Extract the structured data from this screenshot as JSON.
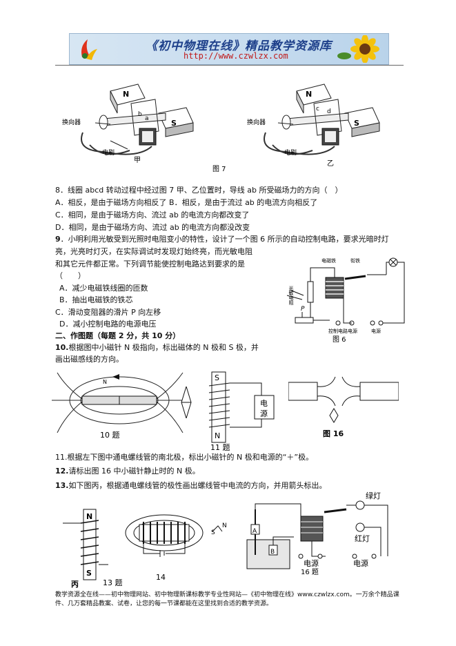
{
  "header": {
    "title": "《初中物理在线》精品教学资源库",
    "url": "http://www.czwlzx.com"
  },
  "fig7": {
    "label_commutator": "换向器",
    "label_brush": "电刷",
    "label_N": "N",
    "label_S": "S",
    "label_a": "a",
    "label_b": "b",
    "label_c": "c",
    "label_d": "d",
    "caption_jia": "甲",
    "caption_yi": "乙",
    "caption": "图 7"
  },
  "q8": {
    "stem": "8．线圈 abcd 转动过程中经过图 7 甲、乙位置时，导线 ab 所受磁场力的方向（　）",
    "options": [
      "A．相反，是由于磁场方向相反了 B．相反，是由于流过 ab 的电流方向相反了",
      "C．相同，是由于磁场方向、流过 ab 的电流方向都改变了",
      "D．相同，是由于磁场方向、流过 ab 的电流方向都没改变"
    ]
  },
  "q9": {
    "number": "9",
    "lines": [
      "．小明利用光敏受到光照时电阻变小的特性，设计了一个图 6 所示的自动控制电路，要求光暗时灯",
      "亮，光亮时灯灭，在实际调试时发现灯始终亮，而光敏电阻",
      "和其它元件都正常。下列调节能使控制电路达到要求的是",
      "（　　）"
    ],
    "options": [
      "A．减少电磁铁线圈的匝数",
      "B．抽出电磁铁的铁芯",
      "C．滑动变阻器的滑片 P 向左移",
      "D．减小控制电路的电源电压"
    ],
    "fig6": {
      "label_electromagnet": "电磁铁",
      "label_armature": "衔铁",
      "label_photo": "光敏电阻",
      "label_P": "P",
      "label_ctrl_source": "控制电路电源",
      "label_source": "电源",
      "caption": "图 6"
    }
  },
  "section2": {
    "title": "二、作图题（每题 2 分，共 10 分）"
  },
  "q10": {
    "number": "10.",
    "lines": [
      "根据图中小磁针 N 极指向，标出磁体的 N 极和 S 极，并",
      "画出磁感线的方向。"
    ],
    "label_N": "N",
    "caption": "10 题"
  },
  "q11_fig": {
    "label_S": "S",
    "label_N": "N",
    "label_source1": "电",
    "label_source2": "源",
    "caption": "11 题"
  },
  "fig16": {
    "caption": "图 16"
  },
  "q11": {
    "text": "11.根据左下图中通电螺线管的南北极，标出小磁针的 N 极和电源的“＋”极。"
  },
  "q12": {
    "number": "12.",
    "text": "请标出图 16 中小磁针静止时的 N 极。"
  },
  "q13": {
    "number": "13.",
    "text": "如下图丙，根据通电螺线管的极性画出螺线管中电流的方向，并用箭头标出。"
  },
  "fig13": {
    "label_N": "N",
    "label_S": "S",
    "label_bing": "丙",
    "caption": "13 题"
  },
  "fig14": {
    "label_S": "S",
    "label_N": "N",
    "caption": "14"
  },
  "fig16b": {
    "label_green": "绿灯",
    "label_red": "红灯",
    "label_A": "A",
    "label_B": "B",
    "label_source_left": "电源",
    "label_source_right": "电源",
    "caption": "16 题"
  },
  "footer": {
    "line1": "教学资源全在线——初中物理网站、初中物理新课标教学专业性网站—《初中物理在线》www.czwlzx.com。一万余个精品课",
    "line2": "件、几万套精品教案、试卷，让您的每一节课都能在这里找到合适的教学资源。"
  }
}
